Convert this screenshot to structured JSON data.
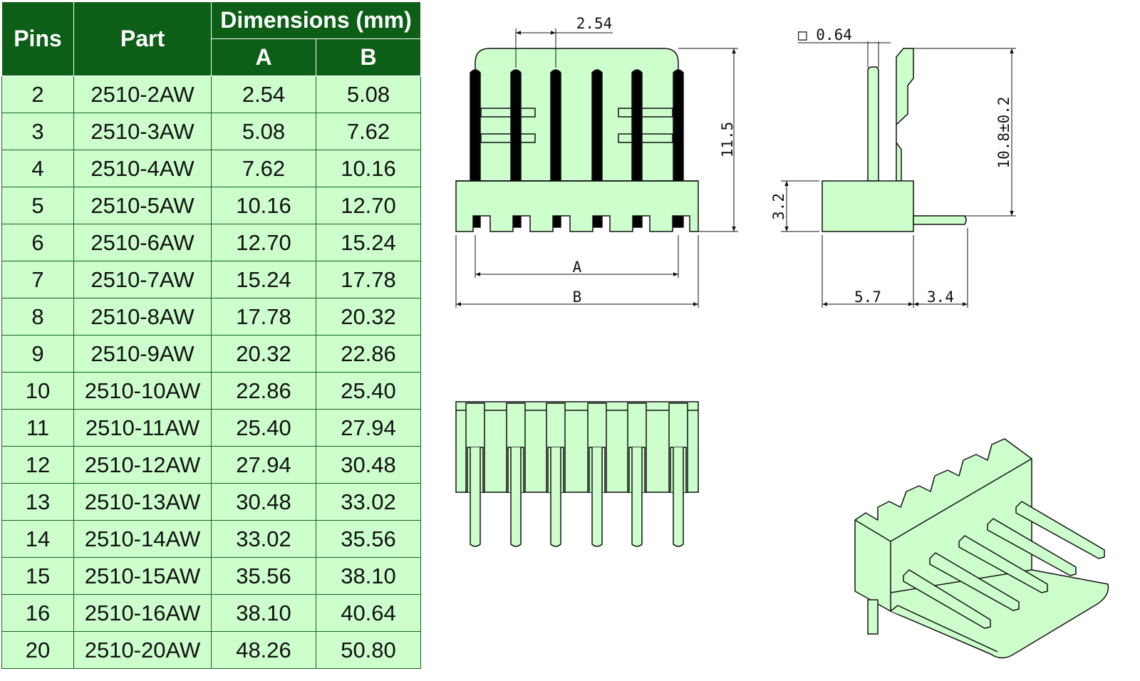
{
  "table": {
    "headers": {
      "pins": "Pins",
      "part": "Part",
      "dimensions": "Dimensions (mm)",
      "a": "A",
      "b": "B"
    },
    "rows": [
      {
        "pins": "2",
        "part": "2510-2AW",
        "a": "2.54",
        "b": "5.08"
      },
      {
        "pins": "3",
        "part": "2510-3AW",
        "a": "5.08",
        "b": "7.62"
      },
      {
        "pins": "4",
        "part": "2510-4AW",
        "a": "7.62",
        "b": "10.16"
      },
      {
        "pins": "5",
        "part": "2510-5AW",
        "a": "10.16",
        "b": "12.70"
      },
      {
        "pins": "6",
        "part": "2510-6AW",
        "a": "12.70",
        "b": "15.24"
      },
      {
        "pins": "7",
        "part": "2510-7AW",
        "a": "15.24",
        "b": "17.78"
      },
      {
        "pins": "8",
        "part": "2510-8AW",
        "a": "17.78",
        "b": "20.32"
      },
      {
        "pins": "9",
        "part": "2510-9AW",
        "a": "20.32",
        "b": "22.86"
      },
      {
        "pins": "10",
        "part": "2510-10AW",
        "a": "22.86",
        "b": "25.40"
      },
      {
        "pins": "11",
        "part": "2510-11AW",
        "a": "25.40",
        "b": "27.94"
      },
      {
        "pins": "12",
        "part": "2510-12AW",
        "a": "27.94",
        "b": "30.48"
      },
      {
        "pins": "13",
        "part": "2510-13AW",
        "a": "30.48",
        "b": "33.02"
      },
      {
        "pins": "14",
        "part": "2510-14AW",
        "a": "33.02",
        "b": "35.56"
      },
      {
        "pins": "15",
        "part": "2510-15AW",
        "a": "35.56",
        "b": "38.10"
      },
      {
        "pins": "16",
        "part": "2510-16AW",
        "a": "38.10",
        "b": "40.64"
      },
      {
        "pins": "20",
        "part": "2510-20AW",
        "a": "48.26",
        "b": "50.80"
      }
    ]
  },
  "drawing": {
    "pitch_label": "2.54",
    "height_label": "11.5",
    "dim_a_label": "A",
    "dim_b_label": "B",
    "pin_size_label": "□ 0.64",
    "side_height_label": "10.8±0.2",
    "base_height_label": "3.2",
    "depth_label": "5.7",
    "pin_length_label": "3.4"
  },
  "colors": {
    "header_green": "#0d5e17",
    "cell_green": "#ccffcc",
    "part_green": "#ccffcc",
    "line": "#111111"
  }
}
